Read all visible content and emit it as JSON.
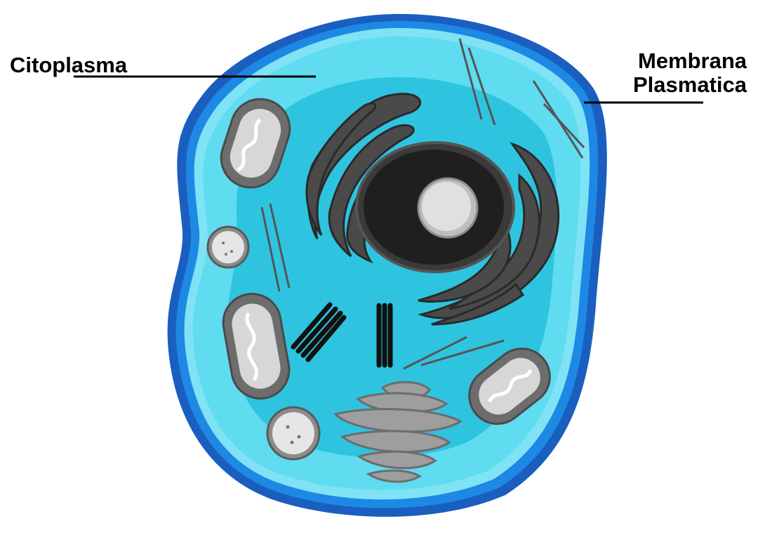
{
  "labels": {
    "cytoplasm": "Citoplasma",
    "membrane_line1": "Membrana",
    "membrane_line2": "Plasmatica"
  },
  "colors": {
    "membrane_outer": "#1a5fbf",
    "membrane_mid": "#1e88e5",
    "membrane_light": "#7fe3f5",
    "cytoplasm": "#5fdcef",
    "cytoplasm_inner": "#2ec4e0",
    "nucleus_envelope": "#3a3a3a",
    "nucleus": "#1f1f1f",
    "nucleolus": "#d9d9d9",
    "organelle_grey": "#8c8c8c",
    "organelle_dark": "#4a4a4a"
  },
  "icons": [
    "rough-er-icon",
    "nucleus-icon",
    "nucleolus-icon",
    "mitochondrion-icon",
    "vesicle-icon",
    "centriole-icon",
    "golgi-icon",
    "microtubule-icon"
  ]
}
